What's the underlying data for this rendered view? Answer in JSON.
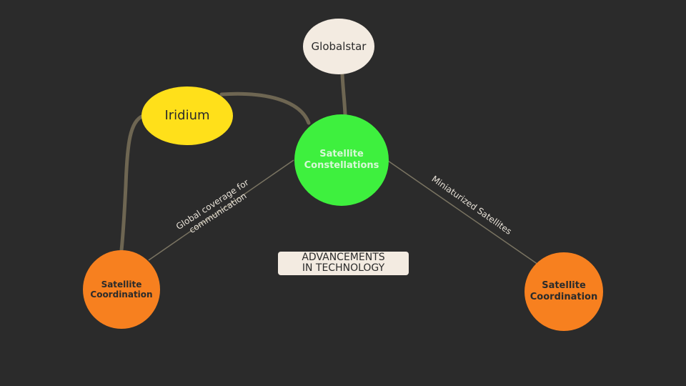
{
  "nodes": {
    "globalstar": {
      "label": "Globalstar"
    },
    "iridium": {
      "label": "Iridium"
    },
    "constellations": {
      "line1": "Satellite",
      "line2": "Constellations"
    },
    "coordination_left": {
      "line1": "Satellite",
      "line2": "Coordination"
    },
    "coordination_right": {
      "line1": "Satellite",
      "line2": "Coordination"
    }
  },
  "center_label": {
    "line1": "ADVANCEMENTS",
    "line2": "IN TECHNOLOGY"
  },
  "edges": {
    "global_coverage": {
      "line1": "Global coverage for",
      "line2": "communication"
    },
    "miniaturized": {
      "label": "Miniaturized Satellites"
    }
  },
  "colors": {
    "background": "#2b2b2b",
    "globalstar": "#f3ebe1",
    "iridium": "#ffe01a",
    "constellations": "#3ef03e",
    "coordination": "#f7801f",
    "thick_link": "#6e6652",
    "thin_link": "#7a7462"
  }
}
